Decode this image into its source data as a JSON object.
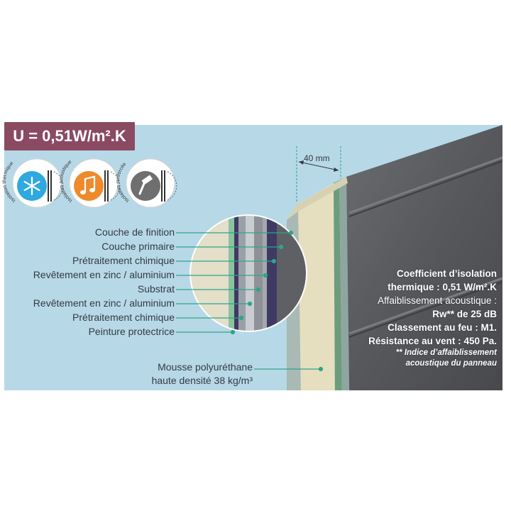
{
  "badge": {
    "text": "U = 0,51W/m².K",
    "color": "#8a4a62"
  },
  "icons": [
    {
      "name": "snowflake-icon",
      "label": "Isolation thermique",
      "color": "#2fa9df"
    },
    {
      "name": "music-note-icon",
      "label": "Isolation acoustique",
      "color": "#ef8a2c"
    },
    {
      "name": "hammer-icon",
      "label": "Isolation renforcée",
      "color": "#6f6f6f"
    }
  ],
  "dimension": "40 mm",
  "layers": [
    "Couche de finition",
    "Couche primaire",
    "Prétraitement chimique",
    "Revêtement en zinc / aluminium",
    "Substrat",
    "Revêtement en zinc / aluminium",
    "Prétraitement chimique",
    "Peinture protectrice"
  ],
  "foam": {
    "line1": "Mousse polyuréthane",
    "line2": "haute densité 38 kg/m³"
  },
  "specs": {
    "thermal_label": "Coefficient d’isolation",
    "thermal_value": "thermique : 0,51 W/m².K",
    "acoustic_label": "Affaiblissement acoustique :",
    "acoustic_value": "Rw** de 25 dB",
    "fire_label": "Classement au feu :",
    "fire_value": "M1.",
    "wind_label": "Résistance au vent :",
    "wind_value": "450 Pa.",
    "note_line1": "** Indice d’affaiblissement",
    "note_line2": "acoustique du panneau"
  },
  "colors": {
    "background": "#b7d8e7",
    "panel_gray": "#56585c",
    "foam": "#e7e2c4",
    "leader": "#2ea58a"
  }
}
